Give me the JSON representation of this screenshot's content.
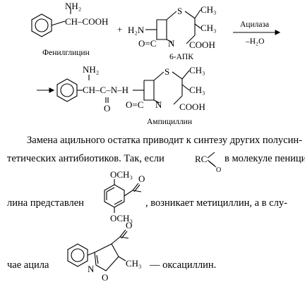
{
  "reaction": {
    "phenylglycine": {
      "amine": "NH₂",
      "chain": "CH–COOH",
      "name": "Фенилглицин"
    },
    "plus": "+",
    "apk": {
      "amine": "H₂N",
      "s_atom": "S",
      "ch3_top": "CH₃",
      "ch3_bottom": "CH₃",
      "cooh": "COOH",
      "n_atom": "N",
      "carbonyl": "O=C",
      "name": "6-АПК"
    },
    "arrow": {
      "above": "Ацилаза",
      "below": "–H₂O"
    },
    "ampicillin": {
      "amine": "NH₂",
      "chain": "CH–C–N–H",
      "carbonyl_o": "O",
      "amide_h": "H",
      "s_atom": "S",
      "ch3_top": "CH₃",
      "ch3_bottom": "CH₃",
      "cooh": "COOH",
      "n_atom": "N",
      "carbonyl": "O=C",
      "name": "Ампициллин"
    }
  },
  "paragraph": {
    "line1": "Замена ацильного остатка приводит к синтезу других полусин-",
    "line2a": "тетических антибиотиков. Так, если",
    "rc_r": "RC",
    "rc_o": "O",
    "line2b": "в молекуле пеницил-",
    "line3a": "лина представлен",
    "methicillin_och3_top": "OCH₃",
    "methicillin_och3_bottom": "OCH₃",
    "methicillin_o": "O",
    "line3b": ", возникает метициллин, а в слу-",
    "line4a": "чае ацила",
    "oxa_o_top": "O",
    "oxa_n": "N",
    "oxa_o_ring": "O",
    "oxa_ch3": "CH₃",
    "line4b": "— оксациллин."
  }
}
